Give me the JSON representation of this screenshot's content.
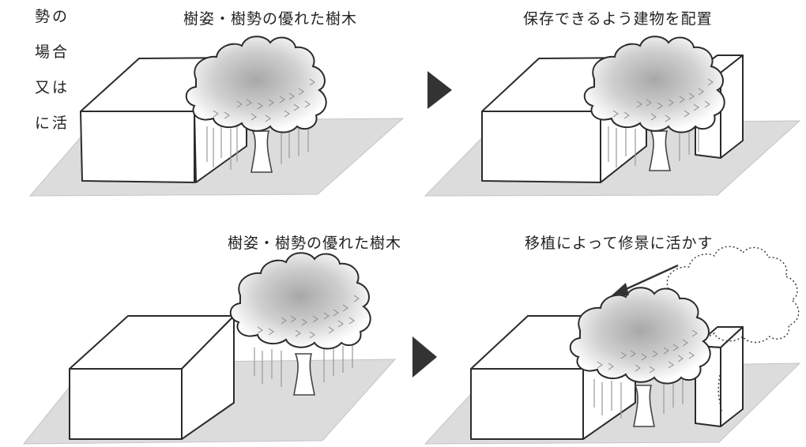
{
  "side_text_fragments": [
    "勢の",
    "場合",
    "又は",
    "に活"
  ],
  "panels": [
    {
      "id": "top-left",
      "caption": "樹姿・樹勢の優れた樹木"
    },
    {
      "id": "top-right",
      "caption": "保存できるよう建物を配置"
    },
    {
      "id": "bottom-left",
      "caption": "樹姿・樹勢の優れた樹木"
    },
    {
      "id": "bottom-right",
      "caption": "移植によって修景に活かす"
    }
  ],
  "colors": {
    "ground": "#dcdcdc",
    "line": "#2b2b2b",
    "canopy_center": "#a8a8a8",
    "arrow": "#333333"
  }
}
